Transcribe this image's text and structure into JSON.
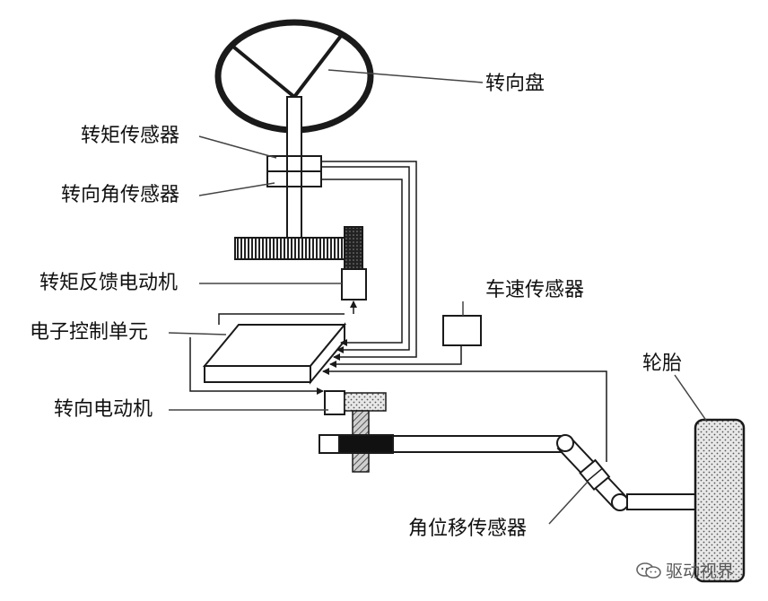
{
  "labels": {
    "steering_wheel": "转向盘",
    "torque_sensor": "转矩传感器",
    "steering_angle_sensor": "转向角传感器",
    "torque_feedback_motor": "转矩反馈电动机",
    "vehicle_speed_sensor": "车速传感器",
    "ecu": "电子控制单元",
    "tire": "轮胎",
    "steering_motor": "转向电动机",
    "angular_displacement_sensor": "角位移传感器"
  },
  "watermark": {
    "text": "驱动视界",
    "icon": "wechat-icon"
  },
  "colors": {
    "line": "#1a1a1a",
    "text": "#111111",
    "watermark": "#555555"
  }
}
